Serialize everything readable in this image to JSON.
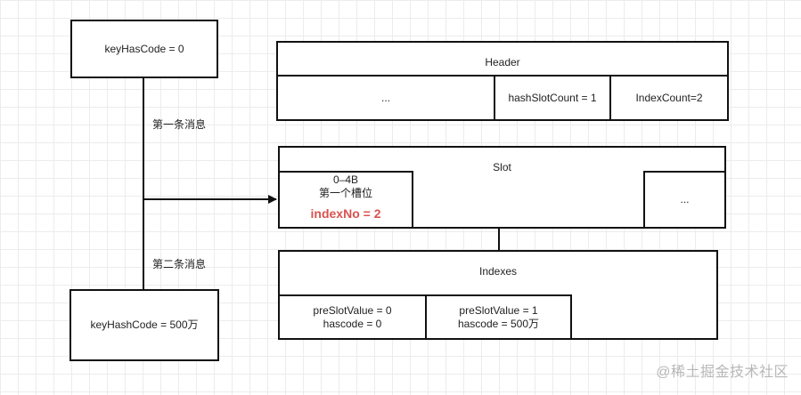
{
  "msg1": {
    "label": "keyHasCode = 0"
  },
  "msg2": {
    "label": "keyHashCode = 500万"
  },
  "edge1": {
    "label": "第一条消息"
  },
  "edge2": {
    "label": "第二条消息"
  },
  "header": {
    "title": "Header",
    "cells": [
      "...",
      "hashSlotCount = 1",
      "IndexCount=2"
    ]
  },
  "slot": {
    "title": "Slot",
    "first": {
      "range": "0–4B",
      "name": "第一个槽位",
      "index": "indexNo = 2"
    },
    "rest": "..."
  },
  "indexes": {
    "title": "Indexes",
    "entries": [
      {
        "pre": "preSlotValue = 0",
        "hash": "hascode = 0"
      },
      {
        "pre": "preSlotValue = 1",
        "hash": "hascode = 500万"
      }
    ]
  },
  "watermark": "@稀土掘金技术社区",
  "colors": {
    "highlight": "#d9534f",
    "border": "#111111"
  }
}
